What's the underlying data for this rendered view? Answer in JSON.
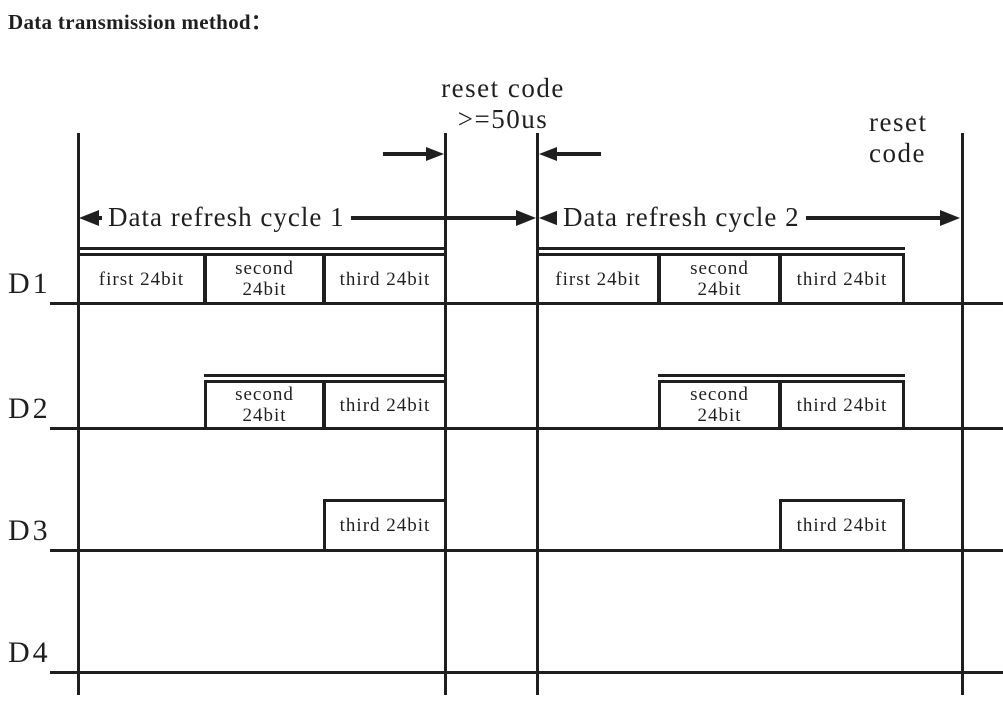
{
  "title": "Data transmission method：",
  "reset_annotations": {
    "center": {
      "line1": "reset code",
      "line2": ">=50us"
    },
    "right": {
      "line1": "reset",
      "line2": "code"
    }
  },
  "cycle_markers": [
    {
      "label": "Data refresh cycle 1"
    },
    {
      "label": "Data refresh cycle 2"
    }
  ],
  "signal_rows": [
    {
      "label": "D1",
      "boxes": [
        {
          "text": "first 24bit"
        },
        {
          "text": "second\n24bit"
        },
        {
          "text": "third 24bit"
        },
        {
          "text": "first 24bit"
        },
        {
          "text": "second\n24bit"
        },
        {
          "text": "third 24bit"
        }
      ]
    },
    {
      "label": "D2",
      "boxes": [
        {
          "text": "second\n24bit"
        },
        {
          "text": "third 24bit"
        },
        {
          "text": "second\n24bit"
        },
        {
          "text": "third 24bit"
        }
      ]
    },
    {
      "label": "D3",
      "boxes": [
        {
          "text": "third 24bit"
        },
        {
          "text": "third 24bit"
        }
      ]
    },
    {
      "label": "D4",
      "boxes": []
    }
  ],
  "colors": {
    "ink": "#1f1f1f",
    "background": "#ffffff"
  }
}
